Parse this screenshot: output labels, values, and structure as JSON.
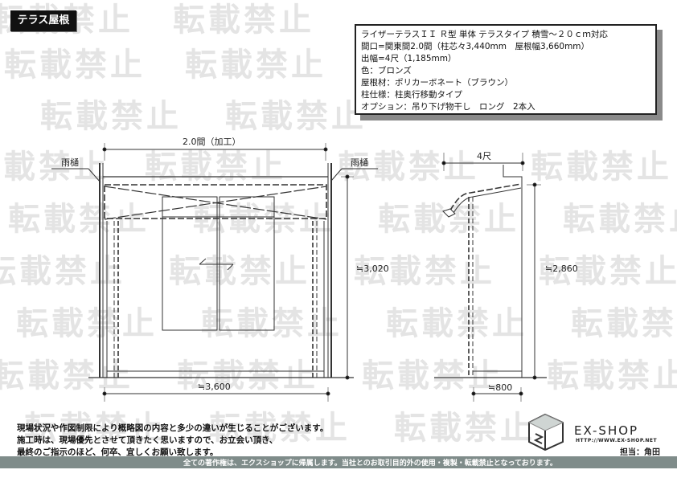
{
  "title_tag": "テラス屋根",
  "watermark": "転載禁止",
  "spec": {
    "lines": [
      "ライザーテラスＩＩ Ｒ型 単体 テラスタイプ 積雪～２０ｃｍ対応",
      "間口=関東間2.0間（柱芯々3,440mm　屋根幅3,660mm）",
      "出幅=4尺（1,185mm）",
      "色：ブロンズ",
      "屋根材：ポリカーボネート（ブラウン）",
      "柱仕様：柱奥行移動タイプ",
      "オプション：吊り下げ物干し　ロング　2本入"
    ]
  },
  "front_view": {
    "top_dimension": "2.0間（加工）",
    "gutter_left": "雨樋",
    "gutter_right": "雨樋",
    "height_dimension": "≒3,020",
    "width_dimension": "≒3,600"
  },
  "side_view": {
    "top_dimension": "4尺",
    "height_dimension": "≒2,860",
    "depth_dimension": "≒800"
  },
  "notes": [
    "現場状況や作図制限により概略図の内容と多少の違いが生じることがございます。",
    "施工時は、現場優先とさせて頂きたく思いますので、お立会い頂き、",
    "最終のご指示のほど、何卒、宜しくお願い致します。"
  ],
  "logo": {
    "name": "EX-SHOP",
    "url": "HTTP://WWW.EX-SHOP.NET",
    "staff": "担当：角田"
  },
  "footer": "全ての著作権は、エクスショップに帰属します。当社とのお取引目的外の使用・複製・転載禁止となっております。",
  "colors": {
    "footer_bg": "#7f8c8a",
    "line": "#333333",
    "watermark": "#e4e4e4"
  }
}
